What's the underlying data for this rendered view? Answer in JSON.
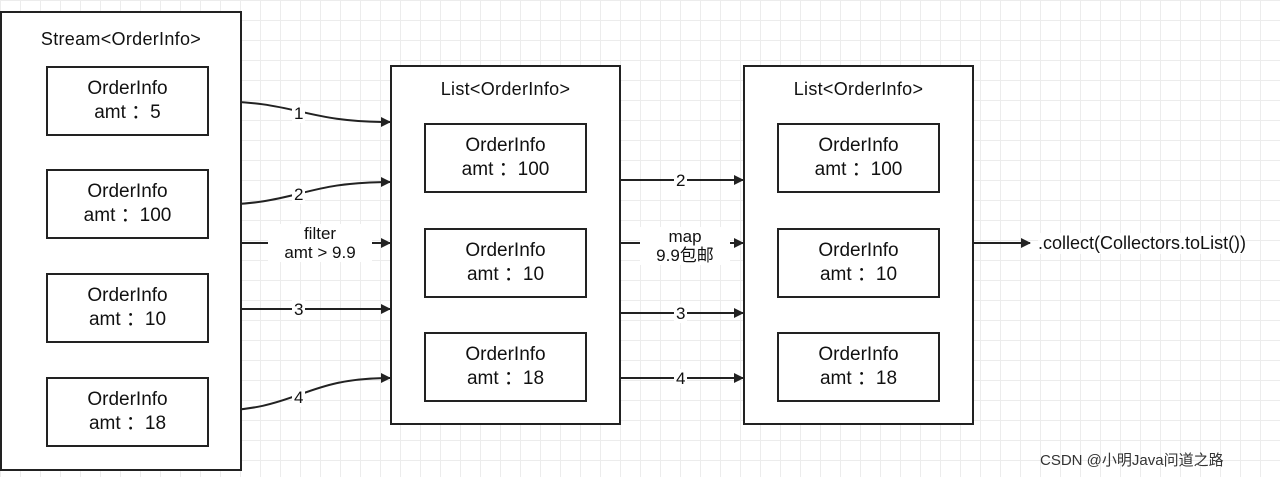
{
  "stream": {
    "title": "Stream<OrderInfo>",
    "items": [
      {
        "name": "OrderInfo",
        "amt": "amt ：5"
      },
      {
        "name": "OrderInfo",
        "amt": "amt ：100"
      },
      {
        "name": "OrderInfo",
        "amt": "amt ：10"
      },
      {
        "name": "OrderInfo",
        "amt": "amt ：18"
      }
    ]
  },
  "filtered_list": {
    "title": "List<OrderInfo>",
    "items": [
      {
        "name": "OrderInfo",
        "amt": "amt ：100"
      },
      {
        "name": "OrderInfo",
        "amt": "amt ：10"
      },
      {
        "name": "OrderInfo",
        "amt": "amt ：18"
      }
    ]
  },
  "mapped_list": {
    "title": "List<OrderInfo>",
    "items": [
      {
        "name": "OrderInfo",
        "amt": "amt ：100"
      },
      {
        "name": "OrderInfo",
        "amt": "amt ：10"
      },
      {
        "name": "OrderInfo",
        "amt": "amt ：18"
      }
    ]
  },
  "edges": {
    "first_stage": [
      "1",
      "2",
      "3",
      "4"
    ],
    "filter_line1": "filter",
    "filter_line2": "amt > 9.9",
    "second_stage": [
      "2",
      "3",
      "4"
    ],
    "map_line1": "map",
    "map_line2": "9.9包邮"
  },
  "collect": ".collect(Collectors.toList())",
  "watermark": "CSDN @小明Java问道之路"
}
